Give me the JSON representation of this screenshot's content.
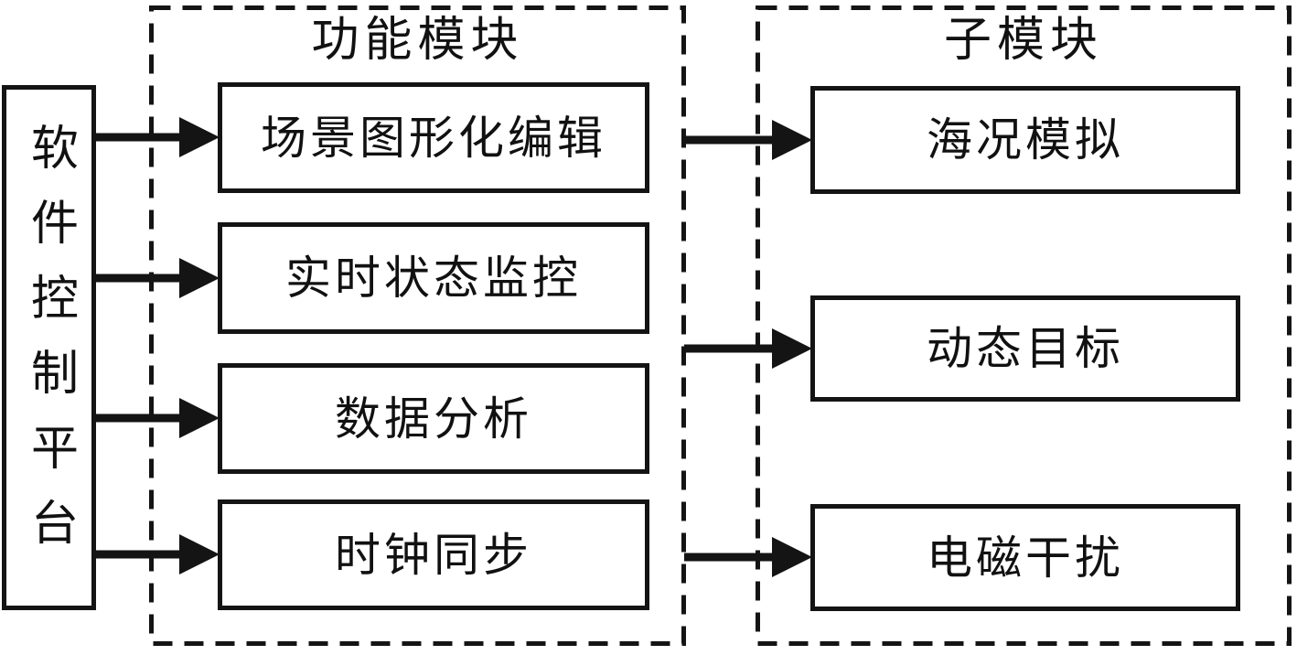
{
  "platform": {
    "label": "软件控制平台"
  },
  "function_modules": {
    "title": "功能模块",
    "items": [
      "场景图形化编辑",
      "实时状态监控",
      "数据分析",
      "时钟同步"
    ]
  },
  "sub_modules": {
    "title": "子模块",
    "items": [
      "海况模拟",
      "动态目标",
      "电磁干扰"
    ]
  },
  "colors": {
    "line": "#141414",
    "background": "#ffffff"
  }
}
